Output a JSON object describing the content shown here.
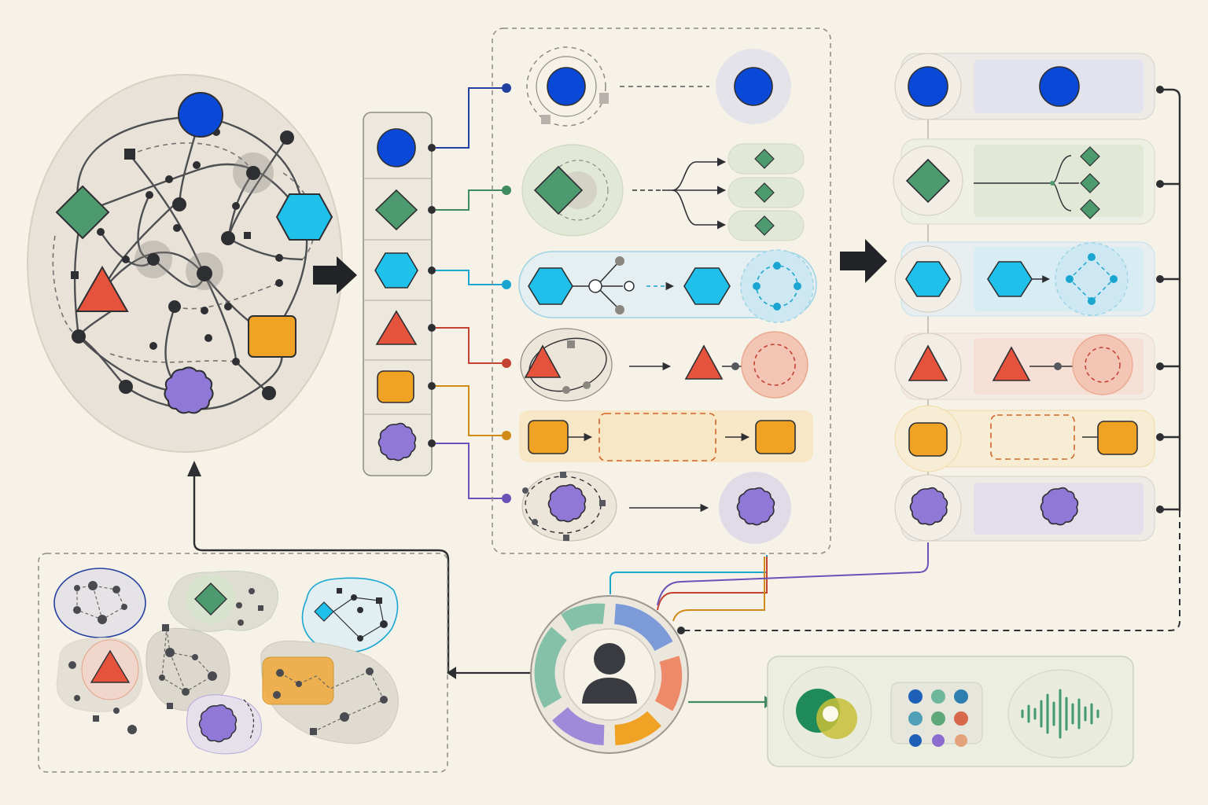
{
  "colors": {
    "background": "#f7f2e7",
    "blue": "#0a3fcf",
    "green": "#4e9a6f",
    "cyan": "#16b7e3",
    "red": "#e6533d",
    "orange": "#efa224",
    "purple": "#8f78d6",
    "ink": "#2e2f33"
  },
  "categories": [
    {
      "key": "blue",
      "shape": "circle-icon"
    },
    {
      "key": "green",
      "shape": "diamond-icon"
    },
    {
      "key": "cyan",
      "shape": "hexagon-icon"
    },
    {
      "key": "red",
      "shape": "triangle-icon"
    },
    {
      "key": "orange",
      "shape": "rounded-square-icon"
    },
    {
      "key": "purple",
      "shape": "blob-icon"
    }
  ],
  "regions": [
    "entangled-network",
    "shape-separation-column",
    "transformation-panel",
    "resolved-rows-panel",
    "user-profile-ring",
    "clustered-groups-panel",
    "outputs-panel"
  ],
  "outputs": [
    {
      "icon": "venn-icon"
    },
    {
      "icon": "dot-grid-icon"
    },
    {
      "icon": "audio-waveform-icon"
    }
  ]
}
